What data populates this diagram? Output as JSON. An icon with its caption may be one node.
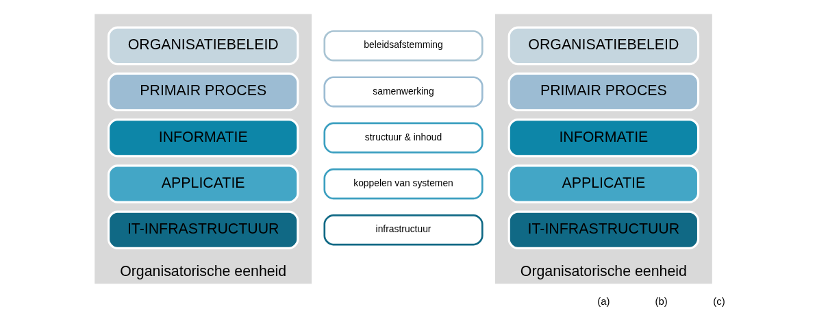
{
  "diagram": {
    "nodes": [
      {
        "text": [
          "Organisatorische eenheid"
        ]
      },
      {
        "text": [
          "ORGANISATIEBELEID"
        ],
        "in": 0
      },
      {
        "text": [
          "PRIMAIR PROCES"
        ],
        "in": 0
      },
      {
        "text": [
          "INFORMATIE"
        ],
        "in": 0
      },
      {
        "text": [
          "APPLICATIE"
        ],
        "in": 0
      },
      {
        "text": [
          "IT-INFRASTRUCTUUR"
        ],
        "in": 0
      },
      {
        "text": [
          "beleidsafstemming"
        ]
      },
      {
        "text": [
          "samenwerking"
        ]
      },
      {
        "text": [
          "structuur & inhoud"
        ]
      },
      {
        "text": [
          "koppelen van systemen"
        ]
      },
      {
        "text": [
          "infrastructuur"
        ]
      },
      {
        "text": [
          "Organisatorische eenheid"
        ]
      },
      {
        "text": [
          "ORGANISATIEBELEID"
        ],
        "in": 11
      },
      {
        "text": [
          "PRIMAIR PROCES"
        ],
        "in": 11
      },
      {
        "text": [
          "INFORMATIE"
        ],
        "in": 11
      },
      {
        "text": [
          "APPLICATIE"
        ],
        "in": 11
      },
      {
        "text": [
          "IT-INFRASTRUCTUUR"
        ],
        "in": 11
      }
    ],
    "edges": [],
    "labels": [
      "(a)",
      "(b)",
      "(c)"
    ]
  }
}
